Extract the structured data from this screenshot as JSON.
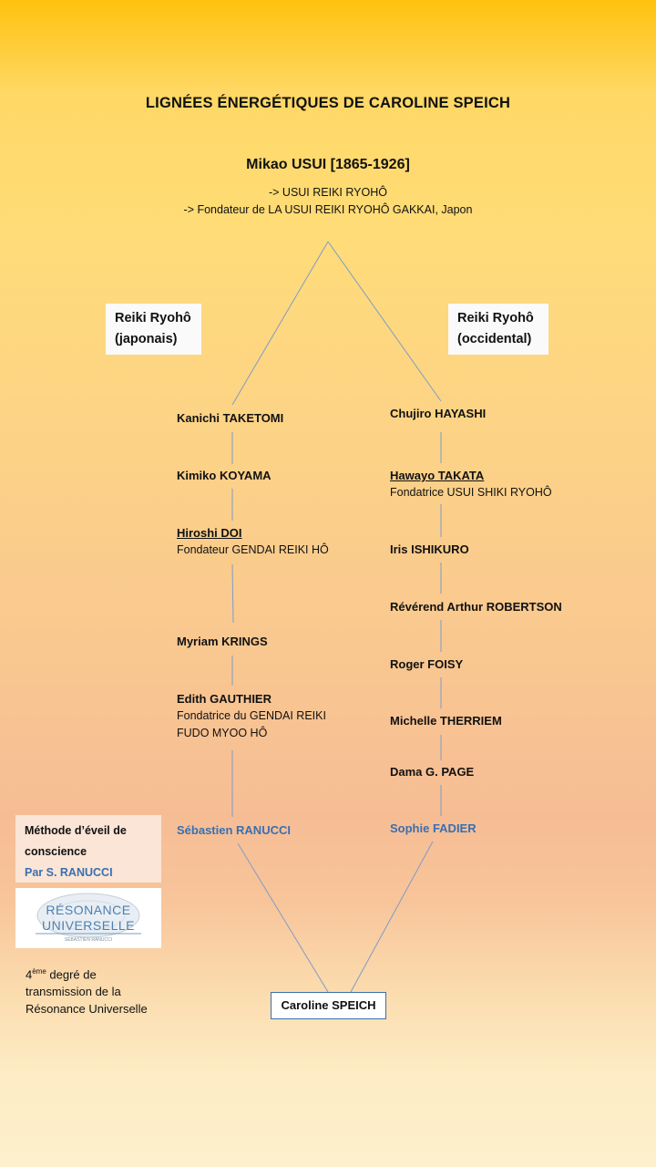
{
  "title": "LIGNÉES ÉNERGÉTIQUES DE CAROLINE SPEICH",
  "root": {
    "name": "Mikao USUI [1865-1926]",
    "lines": [
      "-> USUI REIKI RYOHÔ",
      "-> Fondateur de LA USUI REIKI RYOHÔ GAKKAI, Japon"
    ]
  },
  "branches": {
    "left_label": [
      "Reiki Ryohô",
      "(japonais)"
    ],
    "right_label": [
      "Reiki Ryohô",
      "(occidental)"
    ]
  },
  "left_lineage": [
    {
      "name": "Kanichi TAKETOMI"
    },
    {
      "name": "Kimiko KOYAMA"
    },
    {
      "name": "Hiroshi DOI",
      "note": "Fondateur GENDAI REIKI HÔ"
    },
    {
      "name": "Myriam KRINGS"
    },
    {
      "name": "Edith GAUTHIER",
      "note": "Fondatrice du GENDAI REIKI",
      "note2": "FUDO MYOO HÔ"
    },
    {
      "name": "Sébastien RANUCCI"
    }
  ],
  "right_lineage": [
    {
      "name": "Chujiro HAYASHI"
    },
    {
      "name": "Hawayo TAKATA",
      "note": "Fondatrice USUI SHIKI RYOHÔ"
    },
    {
      "name": "Iris ISHIKURO"
    },
    {
      "name": "Révérend Arthur ROBERTSON"
    },
    {
      "name": "Roger FOISY"
    },
    {
      "name": "Michelle THERRIEM"
    },
    {
      "name": "Dama G. PAGE"
    },
    {
      "name": "Sophie FADIER"
    }
  ],
  "method": {
    "line1": "Méthode d’éveil de",
    "line2": "conscience",
    "line3": "Par S. RANUCCI"
  },
  "logo": {
    "text1": "RÉSONANCE",
    "text2": "UNIVERSELLE",
    "text3": "SÉBASTIEN RANUCCI"
  },
  "degree": {
    "num": "4",
    "sup": "ème",
    "rest1": " degré de",
    "line2": "transmission de la",
    "line3": "Résonance Universelle"
  },
  "final": "Caroline SPEICH",
  "colors": {
    "line": "#7f9cc6",
    "blue_text": "#3a6fb0",
    "box_border": "#3a6fb0"
  }
}
